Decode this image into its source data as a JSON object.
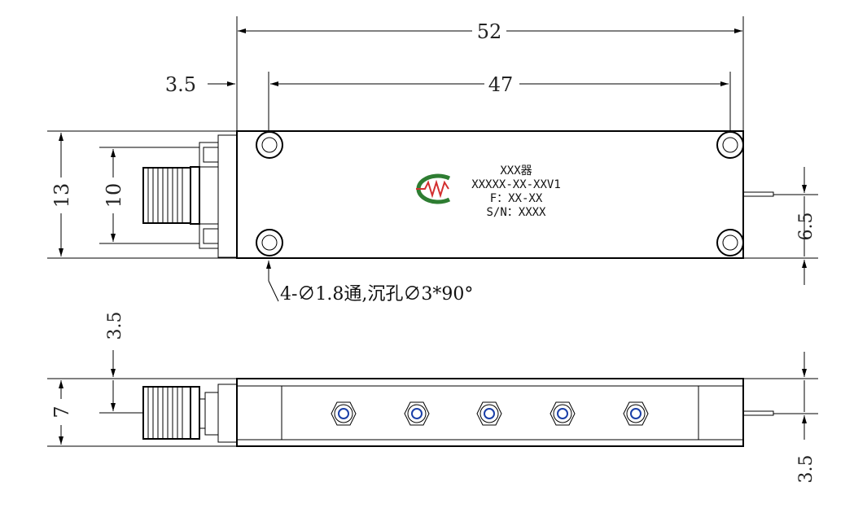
{
  "top_view": {
    "dimensions": {
      "overall_length": "52",
      "hole_spacing": "47",
      "hole_offset": "3.5",
      "height": "13",
      "connector_height": "10",
      "pin_offset": "6.5"
    },
    "label": {
      "line1": "XXX器",
      "line2": "XXXXX-XX-XXV1",
      "line3": "F：XX-XX",
      "line4": "S/N：XXXX"
    },
    "hole_note": "4-∅1.8通,沉孔∅3*90°",
    "logo_icon": "company-logo-icon"
  },
  "side_view": {
    "dimensions": {
      "height": "7",
      "connector_offset": "3.5",
      "pin_offset": "3.5"
    },
    "tuning_screw_count": 5
  },
  "colors": {
    "line": "#000000",
    "logo_green": "#2e7d32",
    "logo_red": "#d32f2f",
    "screw_blue": "#1a3fa8"
  }
}
